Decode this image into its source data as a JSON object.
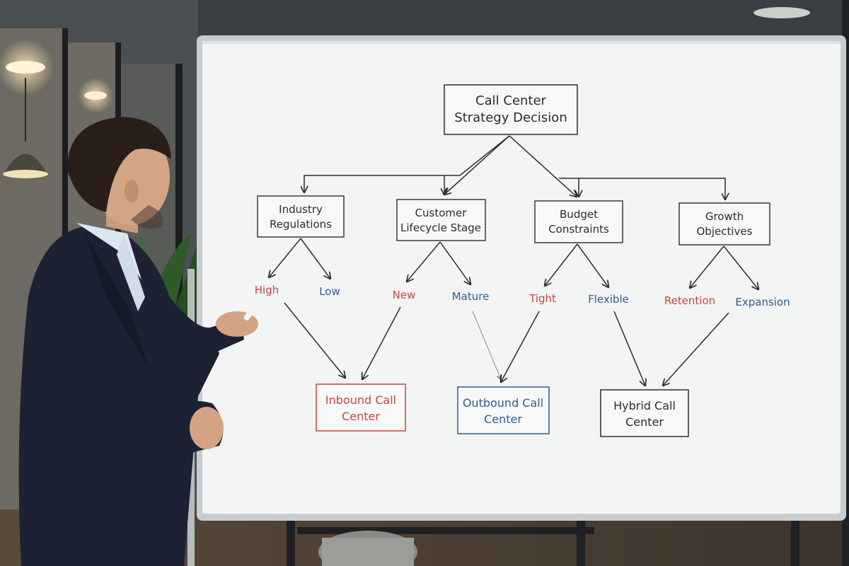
{
  "colors": {
    "ink_dark": "#2a2d31",
    "ink_red": "#c8453f",
    "ink_blue": "#2f5d92",
    "board": "#f3f4f4",
    "board_frame": "#c9ccce",
    "suit": "#1c2233",
    "shirt": "#dbe6f0",
    "plant": "#2f5a2a"
  },
  "whiteboard": {
    "root": {
      "line1": "Call Center",
      "line2": "Strategy Decision"
    },
    "factors": [
      {
        "line1": "Industry",
        "line2": "Regulations"
      },
      {
        "line1": "Customer",
        "line2": "Lifecycle Stage"
      },
      {
        "line1": "Budget",
        "line2": "Constraints"
      },
      {
        "line1": "Growth",
        "line2": "Objectives"
      }
    ],
    "options": [
      {
        "label": "High",
        "tone": "red"
      },
      {
        "label": "Low",
        "tone": "blue"
      },
      {
        "label": "New",
        "tone": "red"
      },
      {
        "label": "Mature",
        "tone": "blue"
      },
      {
        "label": "Tight",
        "tone": "red"
      },
      {
        "label": "Flexible",
        "tone": "blue"
      },
      {
        "label": "Retention",
        "tone": "red"
      },
      {
        "label": "Expansion",
        "tone": "blue"
      }
    ],
    "outcomes": [
      {
        "line1": "Inbound Call",
        "line2": "Center",
        "tone": "red"
      },
      {
        "line1": "Outbound Call",
        "line2": "Center",
        "tone": "blue"
      },
      {
        "line1": "Hybrid Call",
        "line2": "Center",
        "tone": "dark"
      }
    ]
  }
}
